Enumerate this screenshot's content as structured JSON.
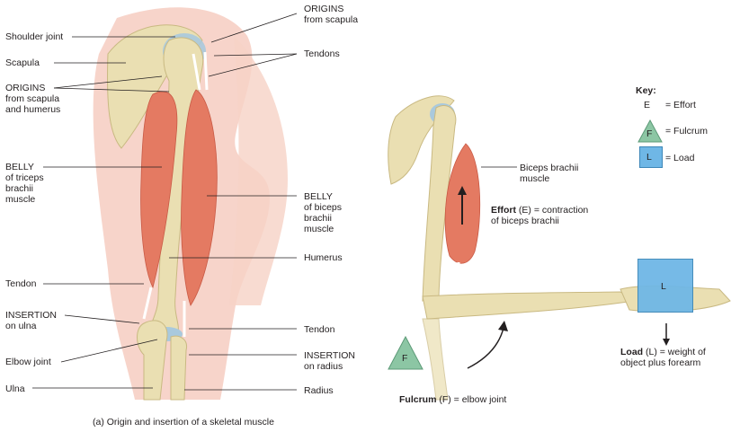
{
  "left_panel": {
    "labels": {
      "shoulder_joint": "Shoulder joint",
      "scapula": "Scapula",
      "origins_scap_hum": [
        "ORIGINS",
        "from scapula",
        "and humerus"
      ],
      "belly_triceps": [
        "BELLY",
        "of triceps",
        "brachii",
        "muscle"
      ],
      "tendon_left": "Tendon",
      "insertion_ulna": [
        "INSERTION",
        "on ulna"
      ],
      "elbow_joint": "Elbow joint",
      "ulna": "Ulna",
      "origins_scap": [
        "ORIGINS",
        "from scapula"
      ],
      "tendons": "Tendons",
      "belly_biceps": [
        "BELLY",
        "of biceps",
        "brachii",
        "muscle"
      ],
      "humerus": "Humerus",
      "tendon_right": "Tendon",
      "insertion_radius": [
        "INSERTION",
        "on radius"
      ],
      "radius": "Radius"
    },
    "caption": "(a) Origin and insertion of a skeletal muscle"
  },
  "right_panel": {
    "key": {
      "title": "Key:",
      "effort_symbol": "E",
      "effort_text": "= Effort",
      "fulcrum_symbol": "F",
      "fulcrum_text": "= Fulcrum",
      "load_symbol": "L",
      "load_text": "= Load"
    },
    "biceps_label": [
      "Biceps brachii",
      "muscle"
    ],
    "effort_bold": "Effort",
    "effort_rest": " (E) = contraction",
    "effort_line2": "of biceps brachii",
    "load_bold": "Load",
    "load_rest": " (L) = weight of",
    "load_line2": "object plus forearm",
    "fulcrum_bold": "Fulcrum",
    "fulcrum_rest": " (F) = elbow joint",
    "fulcrum_marker": "F",
    "load_marker": "L"
  },
  "colors": {
    "bone": "#eadfb2",
    "bone_shadow": "#c9b982",
    "muscle": "#e47a62",
    "muscle_dark": "#c95a45",
    "skin": "#f4c6b8",
    "cartilage": "#a9c9dd",
    "fulcrum_green": "#8cc6a4",
    "load_blue": "#6fb7e6",
    "line": "#231f20"
  }
}
